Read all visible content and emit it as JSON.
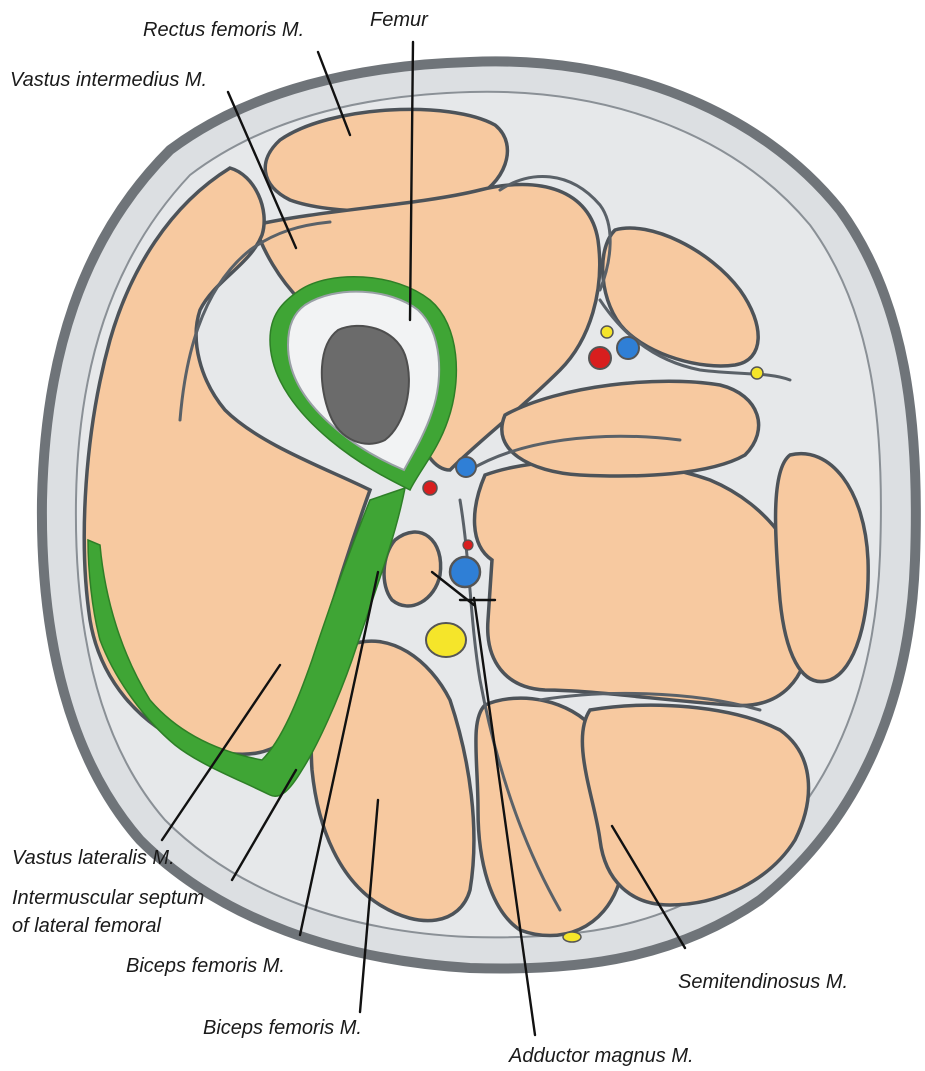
{
  "labels": {
    "rectus_femoris": "Rectus femoris M.",
    "femur": "Femur",
    "vastus_intermedius": "Vastus intermedius M.",
    "vastus_lateralis": "Vastus lateralis M.",
    "septum_line1": "Intermuscular septum",
    "septum_line2": "of lateral femoral",
    "biceps_femoris_1": "Biceps femoris M.",
    "biceps_femoris_2": "Biceps femoris M.",
    "adductor_magnus": "Adductor magnus M.",
    "semitendinosus": "Semitendinosus M."
  },
  "colors": {
    "muscle": "#f7c9a0",
    "fascia": "#d9dcdf",
    "outline": "#4d5359",
    "septum_green": "#3fa535",
    "bone_cortex": "#f2f3f4",
    "bone_marrow": "#6b6b6b",
    "artery": "#d81e1e",
    "vein": "#2f7fd6",
    "nerve": "#f5e52a"
  }
}
